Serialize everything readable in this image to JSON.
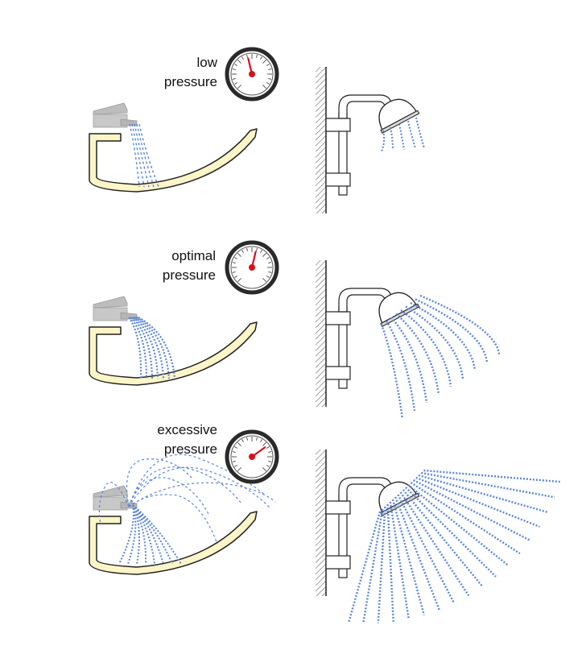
{
  "rows": [
    {
      "id": "low",
      "line1": "low",
      "line2": "pressure",
      "gauge_level": 0.45,
      "spray": "low"
    },
    {
      "id": "optimal",
      "line1": "optimal",
      "line2": "pressure",
      "gauge_level": 0.55,
      "spray": "optimal"
    },
    {
      "id": "excessive",
      "line1": "excessive",
      "line2": "pressure",
      "gauge_level": 0.7,
      "spray": "excessive"
    }
  ],
  "colors": {
    "water": "#5b86d9",
    "basin_fill": "#fbf5c8",
    "faucet": "#c8c8c8",
    "needle": "#d8111b",
    "outline": "#222222",
    "wall_hatch": "#555555"
  },
  "icons": [
    "sink-icon",
    "faucet-icon",
    "pressure-gauge-icon",
    "shower-head-icon",
    "wall-icon"
  ]
}
